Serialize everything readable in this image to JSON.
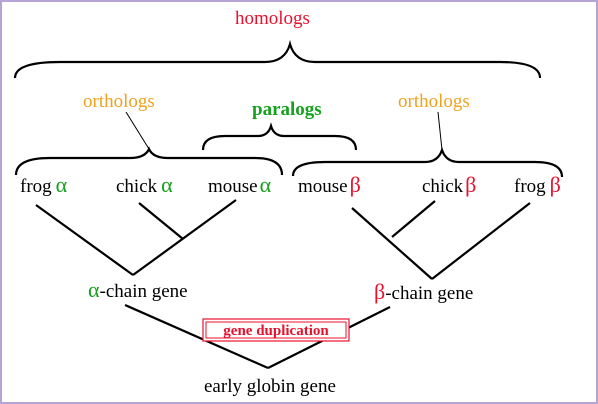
{
  "labels": {
    "homologs": "homologs",
    "orthologs_left": "orthologs",
    "paralogs": "paralogs",
    "orthologs_right": "orthologs",
    "early_globin_gene": "early globin gene",
    "gene_duplication": "gene duplication",
    "alpha_chain_gene": "-chain gene",
    "beta_chain_gene": "-chain gene"
  },
  "species": {
    "frog": "frog",
    "chick": "chick",
    "mouse": "mouse"
  },
  "greek": {
    "alpha": "α",
    "beta": "β"
  },
  "colors": {
    "homologs": "#e8112d",
    "orthologs": "#f0a21e",
    "paralogs": "#17a11e",
    "alpha": "#17a11e",
    "beta": "#e8112d",
    "duplication": "#e8112d",
    "frame": "#b7a4d6"
  }
}
